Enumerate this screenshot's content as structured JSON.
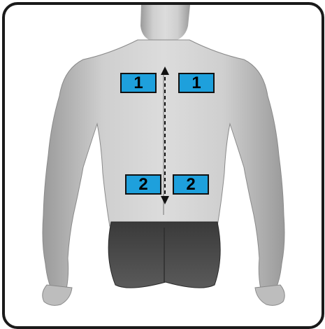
{
  "colors": {
    "pad_fill": "#1ea0dc",
    "skin": "#c9c9c9",
    "briefs": "#4a4a4a",
    "frame_border": "#1a1a1a",
    "arrow": "#111111"
  },
  "icons": {
    "arrow": "double-headed-dashed-arrow-icon"
  },
  "pads": {
    "upper_left": "1",
    "upper_right": "1",
    "lower_left": "2",
    "lower_right": "2"
  }
}
